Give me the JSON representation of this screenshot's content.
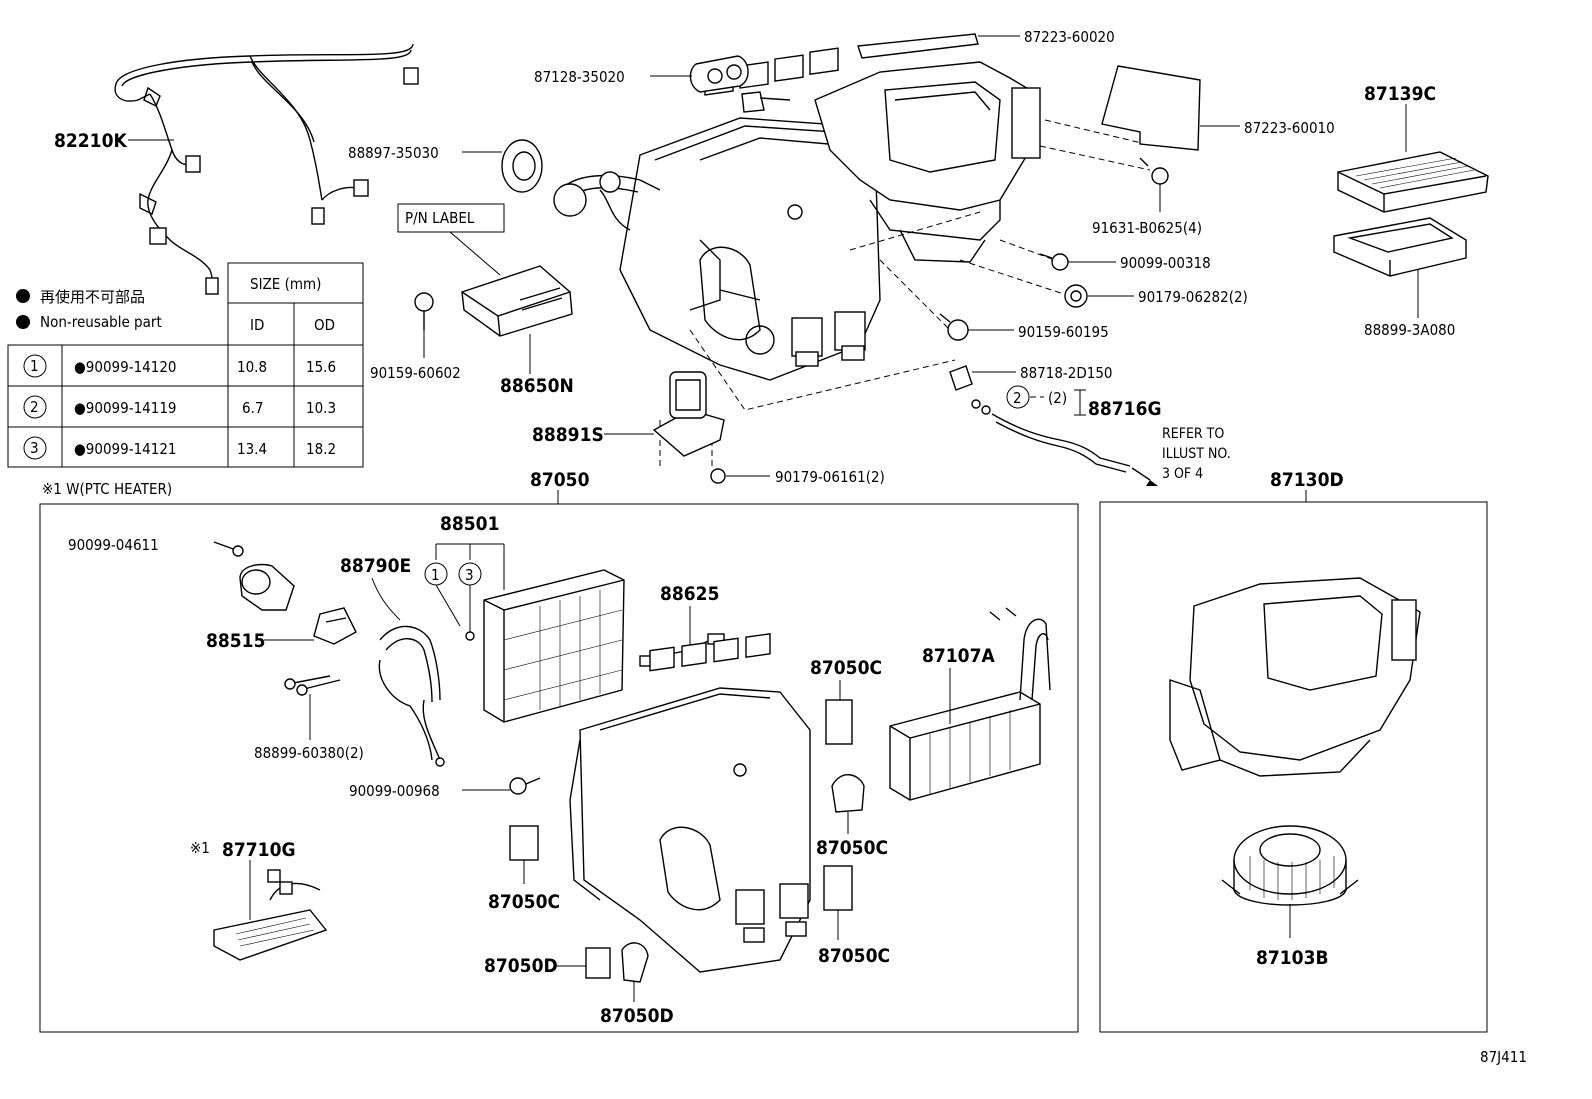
{
  "diagram_code": "87J411",
  "legend": {
    "non_reusable_jp": "再使用不可部品",
    "non_reusable_en": "Non-reusable part",
    "size_header": "SIZE (mm)",
    "col_id": "ID",
    "col_od": "OD",
    "rows": [
      {
        "num": "1",
        "part": "●90099-14120",
        "id": "10.8",
        "od": "15.6"
      },
      {
        "num": "2",
        "part": "●90099-14119",
        "id": "6.7",
        "od": "10.3"
      },
      {
        "num": "3",
        "part": "●90099-14121",
        "id": "13.4",
        "od": "18.2"
      }
    ]
  },
  "note_ptc": "※1 W(PTC HEATER)",
  "refer_note": [
    "REFER TO",
    "ILLUST NO.",
    "3 OF 4"
  ],
  "pn_label": "P/N LABEL",
  "parts": {
    "p82210K": "82210K",
    "p87128": "87128-35020",
    "p87223_20": "87223-60020",
    "p87223_10": "87223-60010",
    "p87139C": "87139C",
    "p88897": "88897-35030",
    "p91631": "91631-B0625(4)",
    "p90099_318": "90099-00318",
    "p90179_282": "90179-06282(2)",
    "p90159_195": "90159-60195",
    "p88899_3A": "88899-3A080",
    "p90159_602": "90159-60602",
    "p88650N": "88650N",
    "p88718": "88718-2D150",
    "p88716G": "88716G",
    "p88716G_sub": "(2)",
    "p88716G_num": "2",
    "p88891S": "88891S",
    "p90179_161": "90179-06161(2)",
    "p87050": "87050",
    "p87130D": "87130D",
    "p90099_4611": "90099-04611",
    "p88501": "88501",
    "p88790E": "88790E",
    "p88625": "88625",
    "p88515": "88515",
    "p87050C_a": "87050C",
    "p87107A": "87107A",
    "p88899_603": "88899-60380(2)",
    "p90099_968": "90099-00968",
    "p87050C_b": "87050C",
    "p87050C_c": "87050C",
    "p87050C_d": "87050C",
    "p87710G_mark": "※1",
    "p87710G": "87710G",
    "p87050D_a": "87050D",
    "p87050D_b": "87050D",
    "p87103B": "87103B",
    "ring1": "1",
    "ring3": "3"
  }
}
